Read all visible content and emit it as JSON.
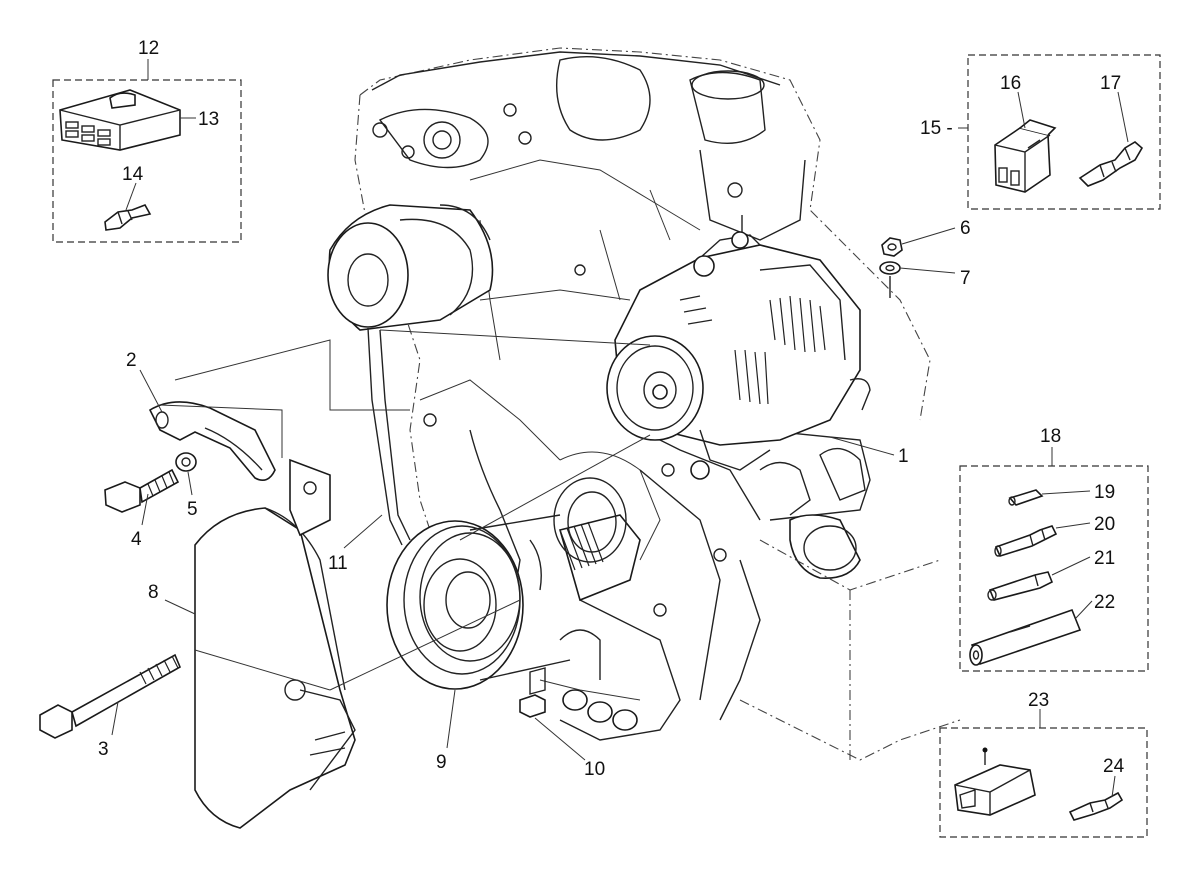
{
  "callouts": {
    "c1": "1",
    "c2": "2",
    "c3": "3",
    "c4": "4",
    "c5": "5",
    "c6": "6",
    "c7": "7",
    "c8": "8",
    "c9": "9",
    "c10": "10",
    "c11": "11",
    "c12": "12",
    "c13": "13",
    "c14": "14",
    "c15": "15 -",
    "c16": "16",
    "c17": "17",
    "c18": "18",
    "c19": "19",
    "c20": "20",
    "c21": "21",
    "c22": "22",
    "c23": "23",
    "c24": "24"
  },
  "colors": {
    "line": "#1a1a1a",
    "background": "#ffffff"
  }
}
